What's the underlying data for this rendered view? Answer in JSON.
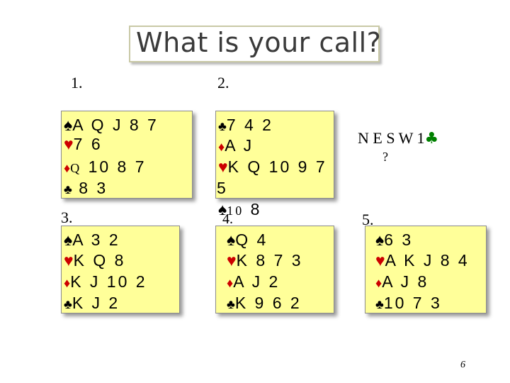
{
  "title": "What is your call?",
  "labels": {
    "p1": "1.",
    "p2": "2.",
    "p3": "3.",
    "p4": "4.",
    "p5": "5."
  },
  "hand1": {
    "spades": "A Q J 8 7",
    "hearts": "7 6",
    "diamonds_high": "Q",
    "diamonds_rest": "10 8 7",
    "clubs": "8 3"
  },
  "hand2": {
    "clubs": "7 4 2",
    "diamonds": "A J",
    "hearts": "K Q 10 9 7",
    "wrap": "5",
    "spades_a": "10",
    "spades_b": "8"
  },
  "hand3": {
    "spades": "A 3 2",
    "hearts": "K Q 8",
    "diamonds": "K J 10 2",
    "clubs": "K J 2"
  },
  "hand4": {
    "spades": "Q 4",
    "hearts": "K 8 7 3",
    "diamonds": "A J 2",
    "clubs": "K 9 6 2"
  },
  "hand5": {
    "spades": "6 3",
    "hearts": "A K J 8 4",
    "diamonds": "A J 8",
    "clubs": "10 7 3"
  },
  "auction": {
    "header": "N  E  S   W",
    "west_bid": "1",
    "east_call": "?"
  },
  "icons": {
    "spade": "♠",
    "heart": "♥",
    "diamond": "♦",
    "club": "♣"
  },
  "colors": {
    "card_bg": "#ffff99",
    "red": "#cc0000"
  },
  "page_number": "6"
}
